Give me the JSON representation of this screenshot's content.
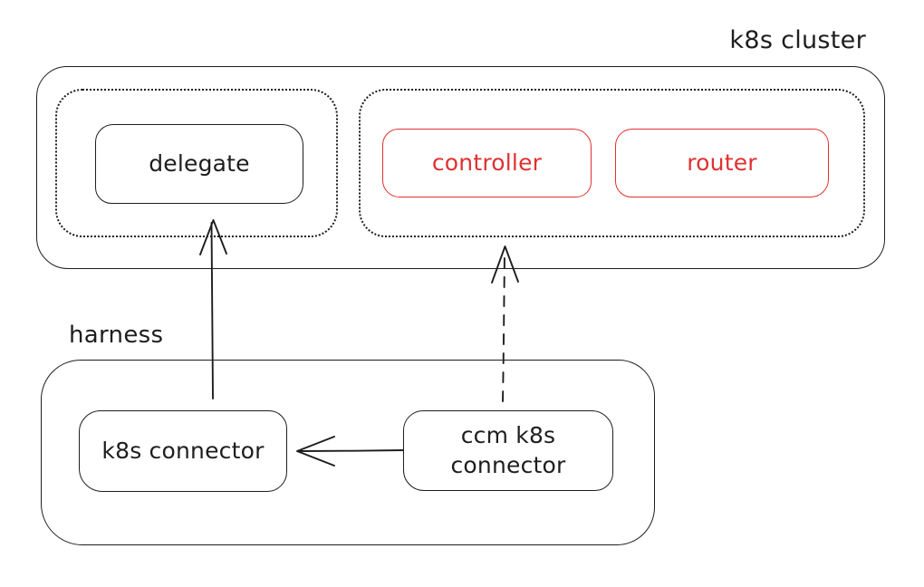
{
  "colors": {
    "stroke": "#1e1e1e",
    "accent": "#e03131",
    "background": "#ffffff"
  },
  "clusters": {
    "k8s_cluster": {
      "label": "k8s cluster"
    },
    "harness": {
      "label": "harness"
    }
  },
  "nodes": {
    "delegate": {
      "label": "delegate"
    },
    "controller": {
      "label": "controller"
    },
    "router": {
      "label": "router"
    },
    "k8s_connector": {
      "label": "k8s connector"
    },
    "ccm_k8s_connector": {
      "label": "ccm k8s connector"
    }
  },
  "arrows": [
    {
      "from": "k8s_connector",
      "to": "delegate_group",
      "style": "solid"
    },
    {
      "from": "ccm_k8s_connector",
      "to": "controller_router_group",
      "style": "dashed"
    },
    {
      "from": "ccm_k8s_connector",
      "to": "k8s_connector",
      "style": "solid"
    }
  ]
}
